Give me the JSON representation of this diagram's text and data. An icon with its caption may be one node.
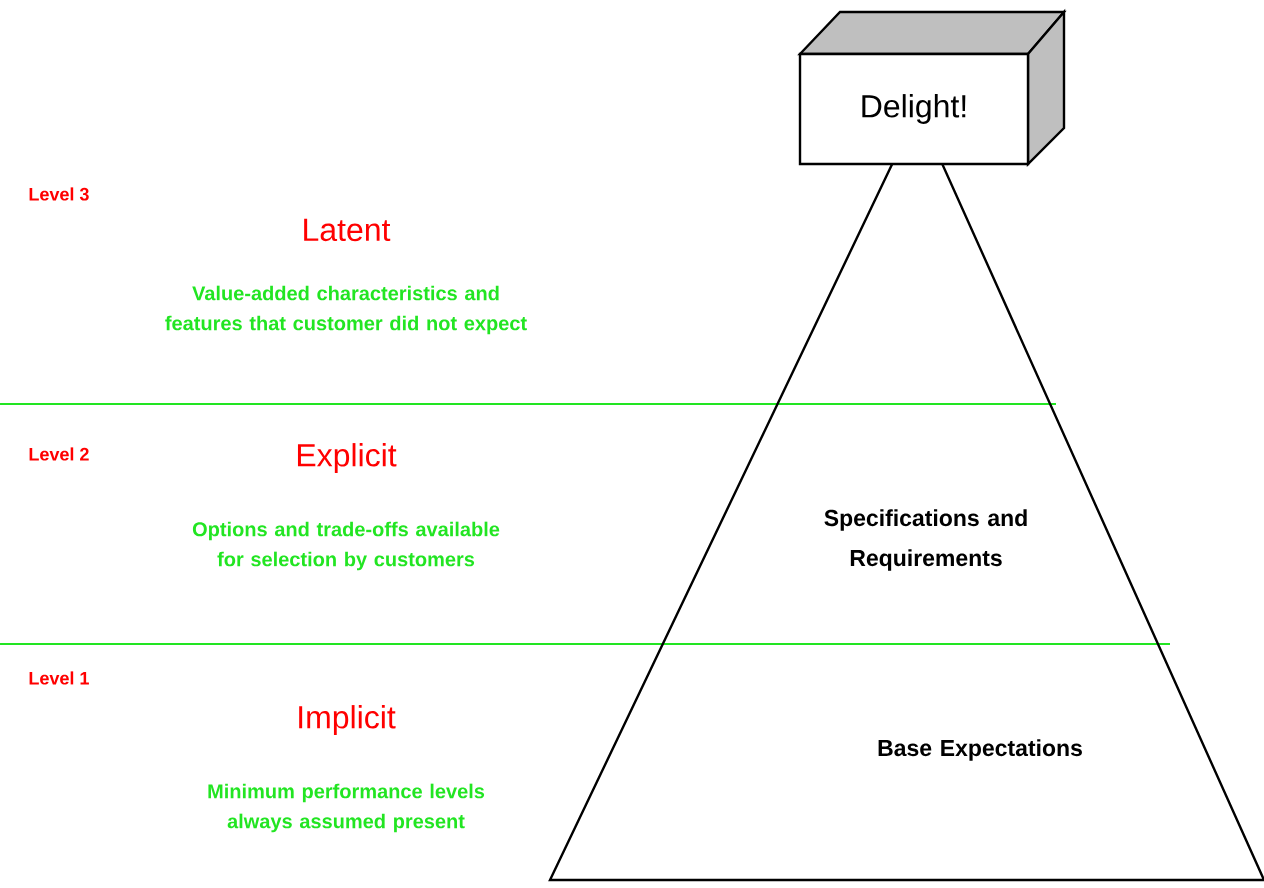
{
  "diagram": {
    "nodes": [
      {
        "text": [
          "Delight!"
        ]
      },
      {
        "text": [
          "Specifications and Requirements",
          "Base Expectations"
        ]
      }
    ],
    "labels": [
      "Level 3",
      "Latent",
      "Value-added characteristics and features that customer did not expect",
      "Level 2",
      "Explicit",
      "Options and trade-offs available for selection by customers",
      "Level 1",
      "Implicit",
      "Minimum performance levels always assumed present"
    ]
  }
}
